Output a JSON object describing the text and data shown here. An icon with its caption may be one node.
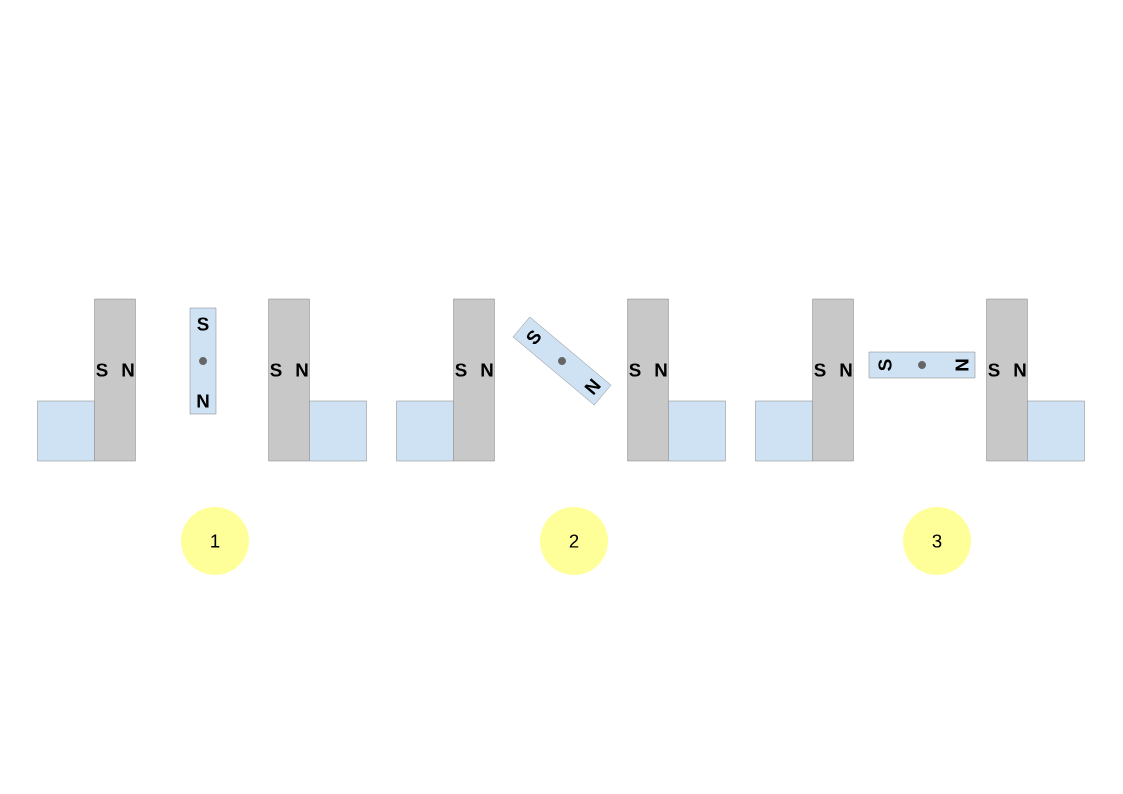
{
  "diagram": {
    "nodes": [
      {
        "text": [],
        "shape": "box"
      },
      {
        "text": [
          "S",
          "N"
        ]
      },
      {
        "text": [
          "S",
          "N"
        ]
      },
      {
        "text": [
          "S",
          "N"
        ]
      },
      {
        "text": [],
        "shape": "box"
      },
      {
        "text": [
          "1"
        ]
      },
      {
        "text": [],
        "shape": "box"
      },
      {
        "text": [
          "S",
          "N"
        ]
      },
      {
        "text": [
          "S",
          "N"
        ]
      },
      {
        "text": [
          "S",
          "N"
        ]
      },
      {
        "text": [],
        "shape": "box"
      },
      {
        "text": [
          "2"
        ]
      },
      {
        "text": [],
        "shape": "box"
      },
      {
        "text": [
          "S",
          "N"
        ]
      },
      {
        "text": [
          "S",
          "N"
        ]
      },
      {
        "text": [
          "S",
          "N"
        ]
      },
      {
        "text": [],
        "shape": "box"
      },
      {
        "text": [
          "3"
        ]
      }
    ]
  }
}
